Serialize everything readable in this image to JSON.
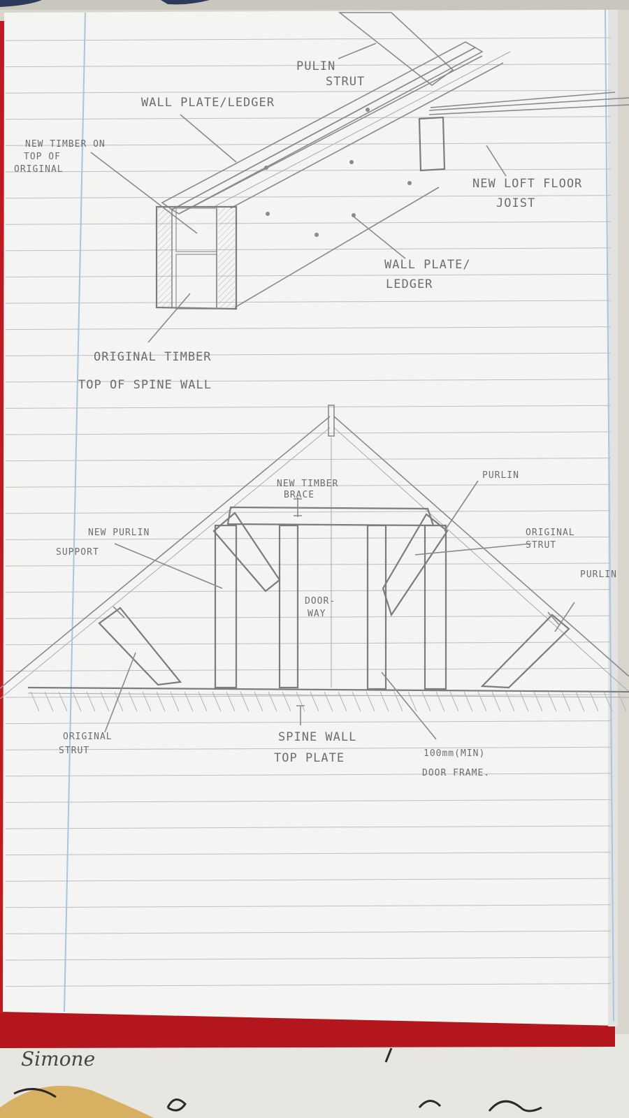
{
  "top_sketch": {
    "labels": {
      "purlin_strut": [
        "PULIN",
        "STRUT"
      ],
      "wall_plate_top": [
        "WALL PLATE/LEDGER"
      ],
      "new_timber": [
        "NEW TIMBER ON",
        "TOP OF",
        "ORIGINAL"
      ],
      "new_loft_joist": [
        "NEW LOFT FLOOR",
        "JOIST"
      ],
      "wall_plate_bottom": [
        "WALL PLATE/",
        "LEDGER"
      ],
      "original_timber": [
        "ORIGINAL TIMBER",
        "TOP OF SPINE WALL"
      ]
    }
  },
  "bottom_sketch": {
    "labels": {
      "new_timber_brace": [
        "NEW TIMBER",
        "BRACE"
      ],
      "purlin_top": [
        "PURLIN"
      ],
      "new_purlin_support": [
        "NEW PURLIN",
        "SUPPORT"
      ],
      "original_strut_right": [
        "ORIGINAL",
        "STRUT"
      ],
      "purlin_right": [
        "PURLIN"
      ],
      "doorway": [
        "DOOR-",
        "WAY"
      ],
      "original_strut_left": [
        "ORIGINAL",
        "STRUT"
      ],
      "spine_wall": [
        "SPINE WALL",
        "TOP PLATE"
      ],
      "door_frame": [
        "100mm(MIN)",
        "DOOR FRAME."
      ]
    }
  },
  "background": {
    "name_fragment": "Simone"
  },
  "colors": {
    "paper": "#f4f4f2",
    "rule_line": "#b7b7bf",
    "margin_line": "#9fc0e0",
    "pencil": "#7c7c80",
    "red_edge": "#b3161c"
  }
}
